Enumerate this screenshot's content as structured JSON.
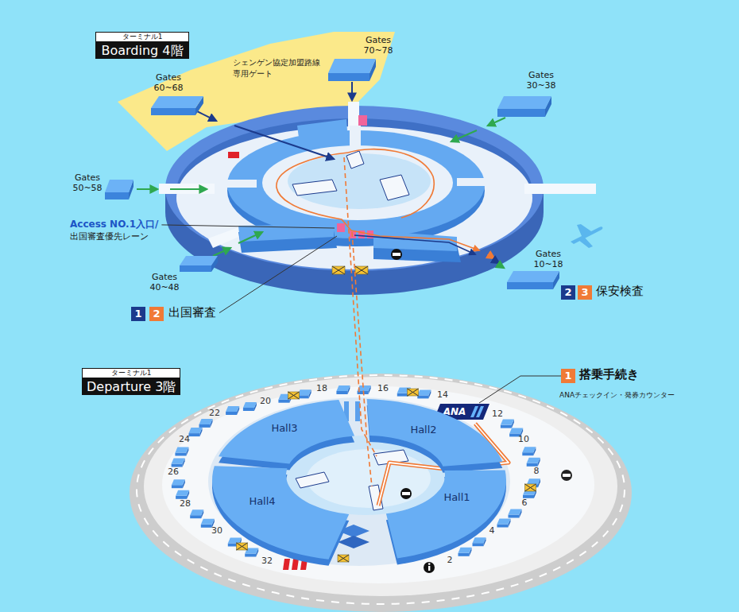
{
  "diagram": {
    "nodes": [
      {
        "text": [
          "ターミナル1",
          "Boarding 4階"
        ]
      },
      {
        "text": [
          "Gates 70~78"
        ]
      },
      {
        "text": [
          "Gates 60~68"
        ]
      },
      {
        "text": [
          "Gates 30~38"
        ]
      },
      {
        "text": [
          "Gates 50~58"
        ]
      },
      {
        "text": [
          "Gates 40~48"
        ]
      },
      {
        "text": [
          "Gates 10~18"
        ]
      },
      {
        "text": [
          "1"
        ]
      },
      {
        "text": [
          "2"
        ]
      },
      {
        "text": [
          "2"
        ]
      },
      {
        "text": [
          "3"
        ]
      },
      {
        "text": [
          "ターミナル1",
          "Departure 3階"
        ]
      },
      {
        "text": [
          "1"
        ]
      },
      {
        "text": [
          "ANA"
        ]
      },
      {
        "text": [
          "Hall3"
        ]
      },
      {
        "text": [
          "Hall2"
        ]
      },
      {
        "text": [
          "Hall1"
        ]
      },
      {
        "text": [
          "Hall4"
        ]
      }
    ],
    "edges": [
      {
        "from": 12,
        "to": 13,
        "arrow": "none"
      }
    ],
    "labels": [
      "シェンゲン協定加盟路線 専用ゲート",
      "Access NO.1入口/",
      "出国審査優先レーン",
      "出国審査",
      "保安検査",
      "搭乗手続き",
      "ANAチェックイン・発券カウンター",
      "20",
      "18",
      "16",
      "14",
      "12",
      "10",
      "8",
      "6",
      "4",
      "2",
      "32",
      "30",
      "28",
      "26",
      "24",
      "22"
    ]
  }
}
